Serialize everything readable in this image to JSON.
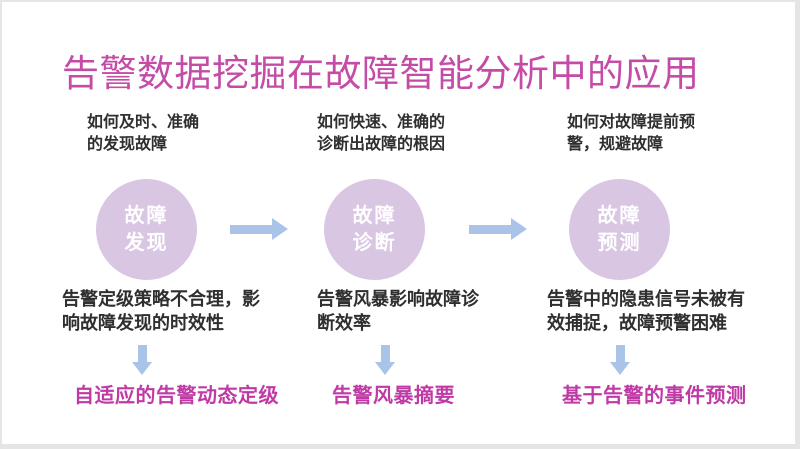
{
  "title": {
    "text": "告警数据挖掘在故障智能分析中的应用"
  },
  "colors": {
    "accent_magenta": "#c44ca6",
    "accent_magenta_bold": "#bf3aa5",
    "circle_fill": "#d9c6e3",
    "circle_text": "#ffffff",
    "arrow": "#a9c4e8",
    "body_text": "#2f2f2f",
    "slide_background": "#ffffff",
    "page_background": "#e5e5e5"
  },
  "columns": [
    {
      "question_lines": [
        "如何及时、准确",
        "的发现故障"
      ],
      "circle_lines": [
        "故障",
        "发现"
      ],
      "problem_lines": [
        "告警定级策略不合理，影",
        "响故障发现的时效性"
      ],
      "solution": "自适应的告警动态定级"
    },
    {
      "question_lines": [
        "如何快速、准确的",
        "诊断出故障的根因"
      ],
      "circle_lines": [
        "故障",
        "诊断"
      ],
      "problem_lines": [
        "告警风暴影响故障诊",
        "断效率"
      ],
      "solution": "告警风暴摘要"
    },
    {
      "question_lines": [
        "如何对故障提前预",
        "警，规避故障"
      ],
      "circle_lines": [
        "故障",
        "预测"
      ],
      "problem_lines": [
        "告警中的隐患信号未被有",
        "效捕捉，故障预警困难"
      ],
      "solution": "基于告警的事件预测"
    }
  ]
}
